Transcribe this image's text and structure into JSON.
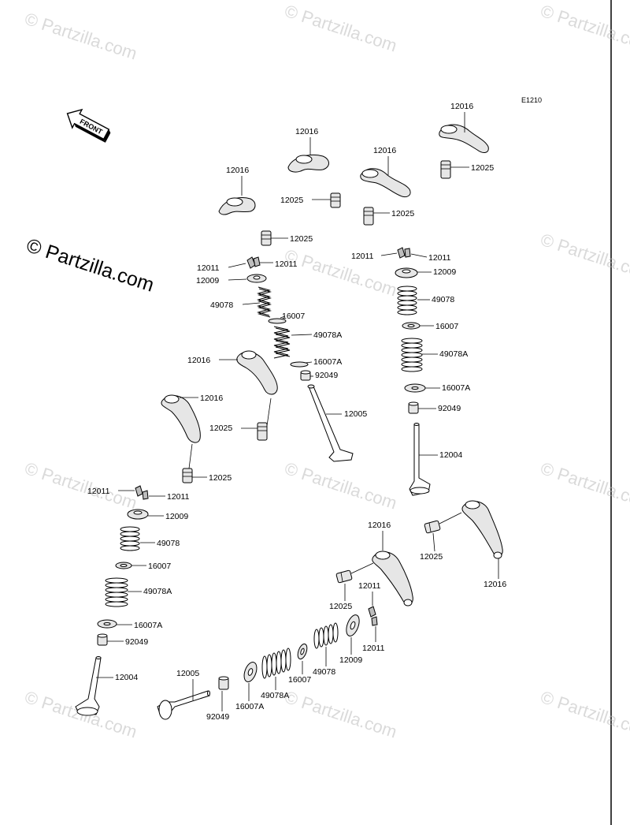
{
  "diagram_code": "E1210",
  "front_label": "FRONT",
  "copyright_main": "© Partzilla.com",
  "watermark": "© Partzilla.com",
  "parts": {
    "rocker_arm": "12016",
    "adjusting_screw": "12025",
    "cotter": "12011",
    "retainer": "12009",
    "spring_outer": "49078",
    "spring_seat": "16007",
    "spring_inner": "49078A",
    "spring_seat_a": "16007A",
    "seal": "92049",
    "valve_exhaust": "12005",
    "valve_intake": "12004"
  }
}
